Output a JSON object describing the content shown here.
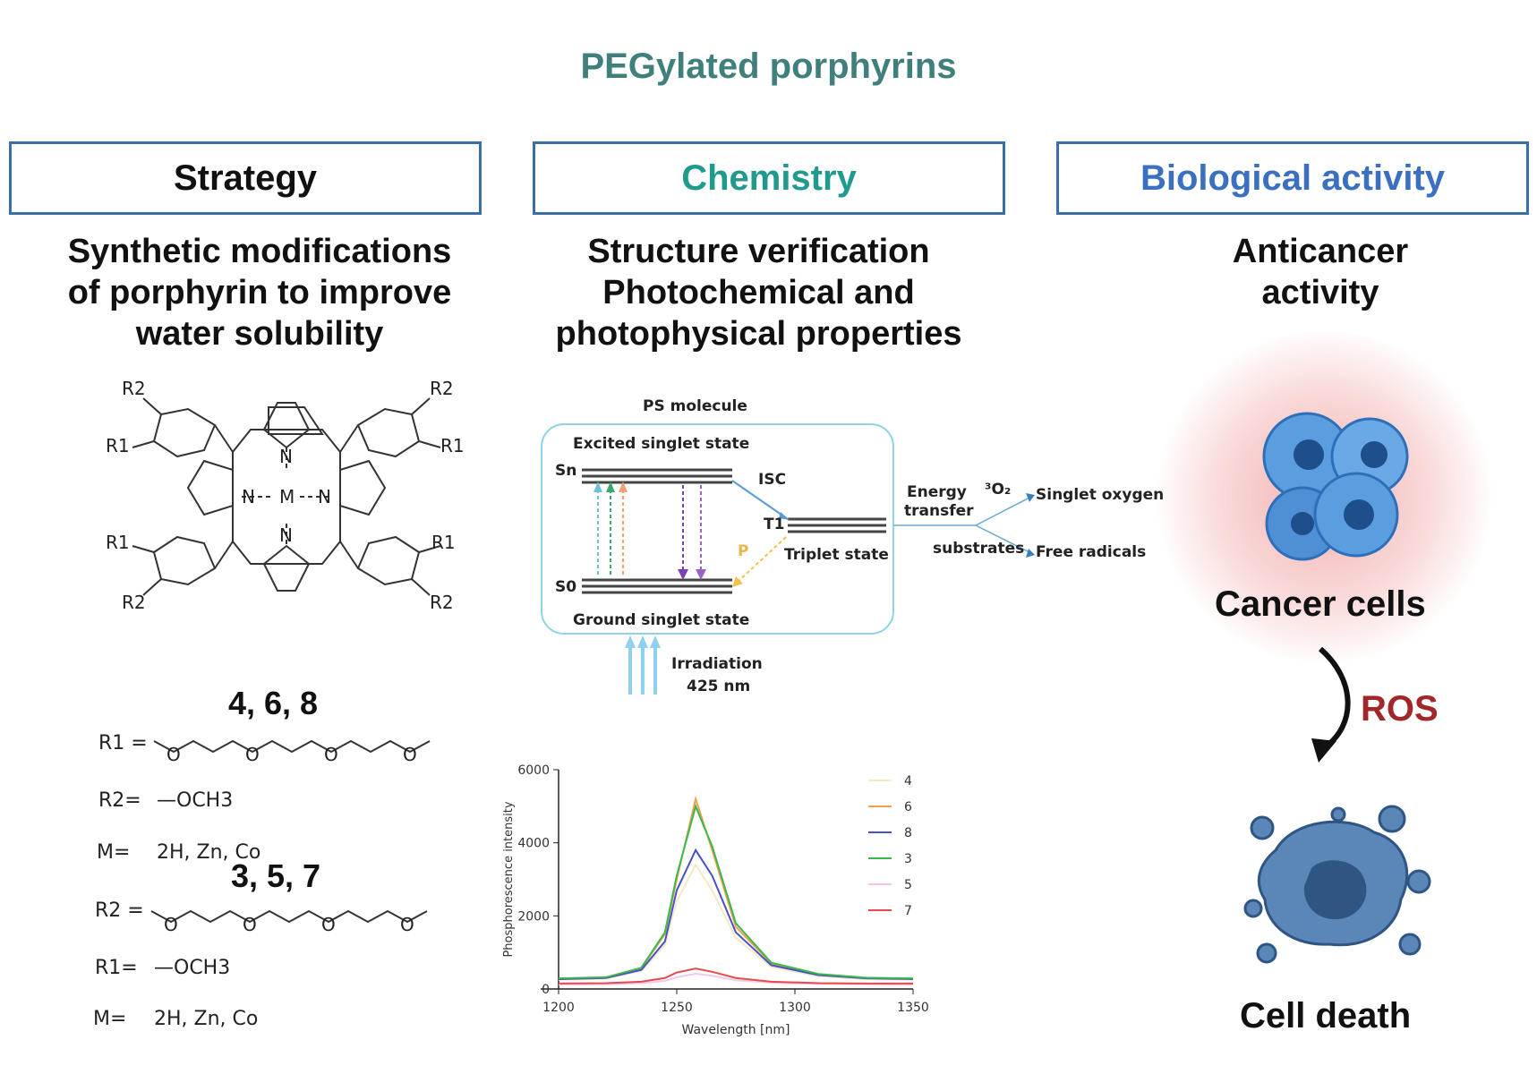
{
  "title": "PEGylated porphyrins",
  "colors": {
    "title": "#3f7f7c",
    "strategy": "#111111",
    "chemistry": "#1f9a8c",
    "biology": "#3b6fbf",
    "ros": "#a0282b",
    "box_border": "#3a6ea5"
  },
  "columns": {
    "strategy": {
      "header": "Strategy",
      "sub1": "Synthetic modifications",
      "sub2": "of  porphyrin to improve",
      "sub3": "water solubility"
    },
    "chemistry": {
      "header": "Chemistry",
      "sub1": "Structure verification",
      "sub2": "Photochemical and",
      "sub3": "photophysical properties"
    },
    "biology": {
      "header": "Biological activity",
      "sub1": "Anticancer",
      "sub2": "activity"
    }
  },
  "structure": {
    "r2_tl": "R2",
    "r1_tl": "R1",
    "r2_tr": "R2",
    "r1_tr": "R1",
    "r1_bl": "R1",
    "r2_bl": "R2",
    "r1_br": "R1",
    "r2_br": "R2",
    "n_top": "N",
    "n_left": "N",
    "n_right": "N",
    "n_bottom": "N",
    "metal": "M"
  },
  "series_a": {
    "label": "4, 6, 8",
    "r1": "R1 =",
    "r2": "R2=",
    "r2_val": "—OCH3",
    "m": "M=",
    "m_val": "2H, Zn, Co"
  },
  "series_b": {
    "label": "3, 5, 7",
    "r2": "R2 =",
    "r1": "R1=",
    "r1_val": "—OCH3",
    "m": "M=",
    "m_val": "2H, Zn, Co"
  },
  "peg_atoms": [
    "O",
    "O",
    "O",
    "O"
  ],
  "jablonski": {
    "ps": "PS molecule",
    "excited": "Excited singlet state",
    "sn": "Sn",
    "isc": "ISC",
    "t1": "T1",
    "triplet": "Triplet state",
    "s0": "S0",
    "ground": "Ground singlet state",
    "p": "P",
    "irr1": "Irradiation",
    "irr2": "425 nm",
    "energy1": "Energy",
    "energy2": "transfer",
    "o2": "³O₂",
    "singlet": "Singlet oxygen",
    "substrates": "substrates",
    "radicals": "Free radicals"
  },
  "bio": {
    "cancer": "Cancer cells",
    "ros": "ROS",
    "death": "Cell death"
  },
  "chart_data": {
    "type": "line",
    "xlabel": "Wavelength [nm]",
    "ylabel": "Phosphorescence intensity",
    "xlim": [
      1200,
      1350
    ],
    "ylim": [
      0,
      6000
    ],
    "x_ticks": [
      1200,
      1250,
      1300,
      1350
    ],
    "y_ticks": [
      0,
      2000,
      4000,
      6000
    ],
    "legend_position": "top-right",
    "x": [
      1200,
      1220,
      1235,
      1245,
      1250,
      1258,
      1265,
      1275,
      1290,
      1310,
      1330,
      1350
    ],
    "series": [
      {
        "name": "4",
        "color": "#f3e9c6",
        "values": [
          250,
          280,
          500,
          1200,
          2400,
          3400,
          2700,
          1400,
          600,
          350,
          270,
          250
        ]
      },
      {
        "name": "6",
        "color": "#f0a050",
        "values": [
          280,
          310,
          560,
          1500,
          3000,
          5200,
          3800,
          1700,
          700,
          400,
          300,
          280
        ]
      },
      {
        "name": "8",
        "color": "#4750c8",
        "values": [
          270,
          300,
          520,
          1300,
          2700,
          3800,
          3100,
          1550,
          650,
          380,
          290,
          270
        ]
      },
      {
        "name": "3",
        "color": "#3cb84a",
        "values": [
          290,
          320,
          580,
          1550,
          3100,
          5000,
          3900,
          1800,
          720,
          410,
          310,
          290
        ]
      },
      {
        "name": "5",
        "color": "#f2c8ea",
        "values": [
          120,
          130,
          160,
          220,
          320,
          420,
          360,
          240,
          170,
          140,
          130,
          120
        ]
      },
      {
        "name": "7",
        "color": "#e64a4a",
        "values": [
          150,
          160,
          200,
          300,
          450,
          560,
          470,
          300,
          200,
          160,
          150,
          150
        ]
      }
    ]
  }
}
